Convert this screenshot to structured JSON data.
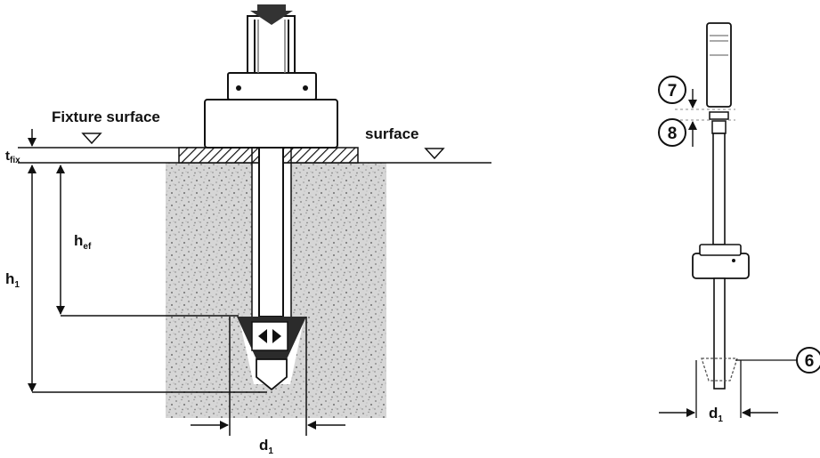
{
  "labels": {
    "fixture_surface": "Fixture surface",
    "surface": "surface",
    "t_main": "t",
    "t_sub": "fix",
    "hef_main": "h",
    "hef_sub": "ef",
    "h1_main": "h",
    "h1_sub": "1",
    "d1_left_main": "d",
    "d1_left_sub": "1",
    "d1_right_main": "d",
    "d1_right_sub": "1"
  },
  "callouts": {
    "seven": "7",
    "eight": "8",
    "six": "6"
  }
}
